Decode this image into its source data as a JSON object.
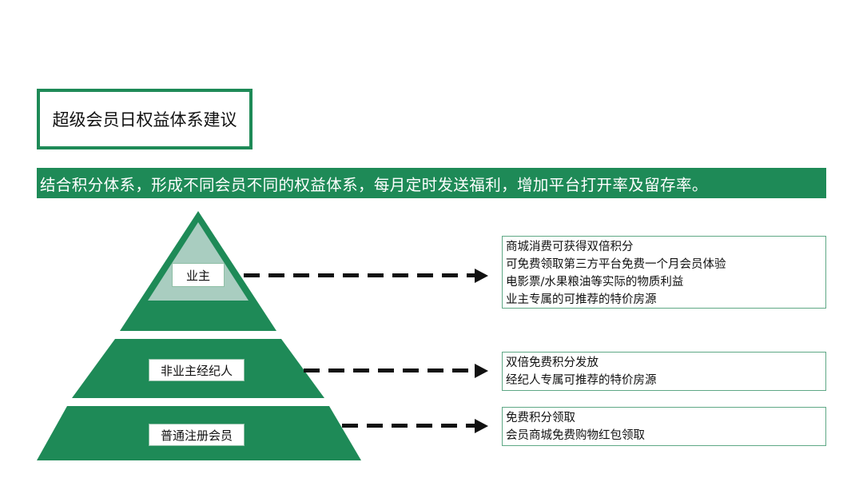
{
  "title": "超级会员日权益体系建议",
  "banner": "结合积分体系，形成不同会员不同的权益体系，每月定时发送福利，增加平台打开率及留存率。",
  "colors": {
    "primary": "#1e8a57",
    "top_tier_fill": "#a9cdc0"
  },
  "tiers": [
    {
      "label": "业主",
      "benefits": [
        "商城消费可获得双倍积分",
        "可免费领取第三方平台免费一个月会员体验",
        "电影票/水果粮油等实际的物质利益",
        "业主专属的可推荐的特价房源"
      ]
    },
    {
      "label": "非业主经纪人",
      "benefits": [
        "双倍免费积分发放",
        "经纪人专属可推荐的特价房源"
      ]
    },
    {
      "label": "普通注册会员",
      "benefits": [
        "免费积分领取",
        "会员商城免费购物红包领取"
      ]
    }
  ]
}
